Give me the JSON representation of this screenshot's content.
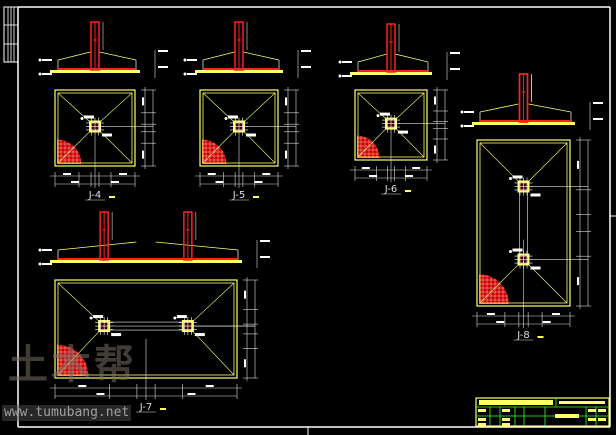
{
  "drawing": {
    "footings": [
      {
        "id": "J-4",
        "label": "J-4"
      },
      {
        "id": "J-5",
        "label": "J-5"
      },
      {
        "id": "J-6",
        "label": "J-6"
      },
      {
        "id": "J-7",
        "label": "J-7"
      },
      {
        "id": "J-8",
        "label": "J-8"
      }
    ],
    "colors": {
      "background": "#000000",
      "frame": "#ffffff",
      "outline": "#ffff66",
      "rebar": "#ff2020",
      "dimension": "#dddddd",
      "titleblock": "#33ff33"
    }
  },
  "watermark": {
    "logo": "土木帮",
    "url": "www.tumubang.net"
  }
}
